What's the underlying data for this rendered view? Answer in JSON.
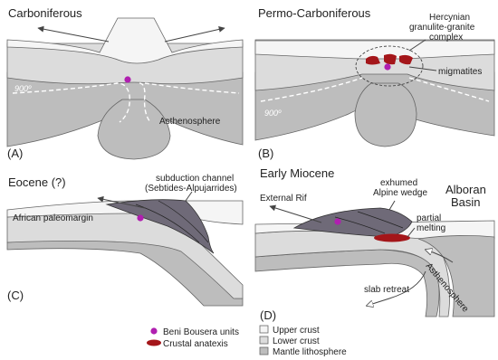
{
  "panels": {
    "a": {
      "title": "Carboniferous",
      "letter": "(A)",
      "asthenosphere": "Asthenosphere",
      "isotherm": "900º"
    },
    "b": {
      "title": "Permo-Carboniferous",
      "letter": "(B)",
      "complex_line1": "Hercynian",
      "complex_line2": "granulite-granite",
      "complex_line3": "complex",
      "migmatites": "migmatites",
      "isotherm": "900º"
    },
    "c": {
      "title": "Eocene (?)",
      "letter": "(C)",
      "channel_line1": "subduction channel",
      "channel_line2": "(Sebtides-Alpujarrides)",
      "margin": "African paleomargin"
    },
    "d": {
      "title": "Early Miocene",
      "letter": "(D)",
      "rif": "External Rif",
      "wedge_line1": "exhumed",
      "wedge_line2": "Alpine wedge",
      "basin_line1": "Alboran",
      "basin_line2": "Basin",
      "melt_line1": "partial",
      "melt_line2": "melting",
      "asthenosphere": "Asthenosphere",
      "slab": "slab retreat"
    }
  },
  "legend": {
    "beni": "Beni Bousera units",
    "anatexis": "Crustal anatexis",
    "upper": "Upper crust",
    "lower": "Lower crust",
    "mantle": "Mantle lithosphere"
  },
  "colors": {
    "upper_crust": "#f5f5f5",
    "lower_crust": "#dcdcdc",
    "mantle_lithosphere": "#bdbdbd",
    "beni_bousera": "#b01fb0",
    "crustal_anatexis": "#a4161a",
    "alpine_wedge": "#6f6a78"
  }
}
